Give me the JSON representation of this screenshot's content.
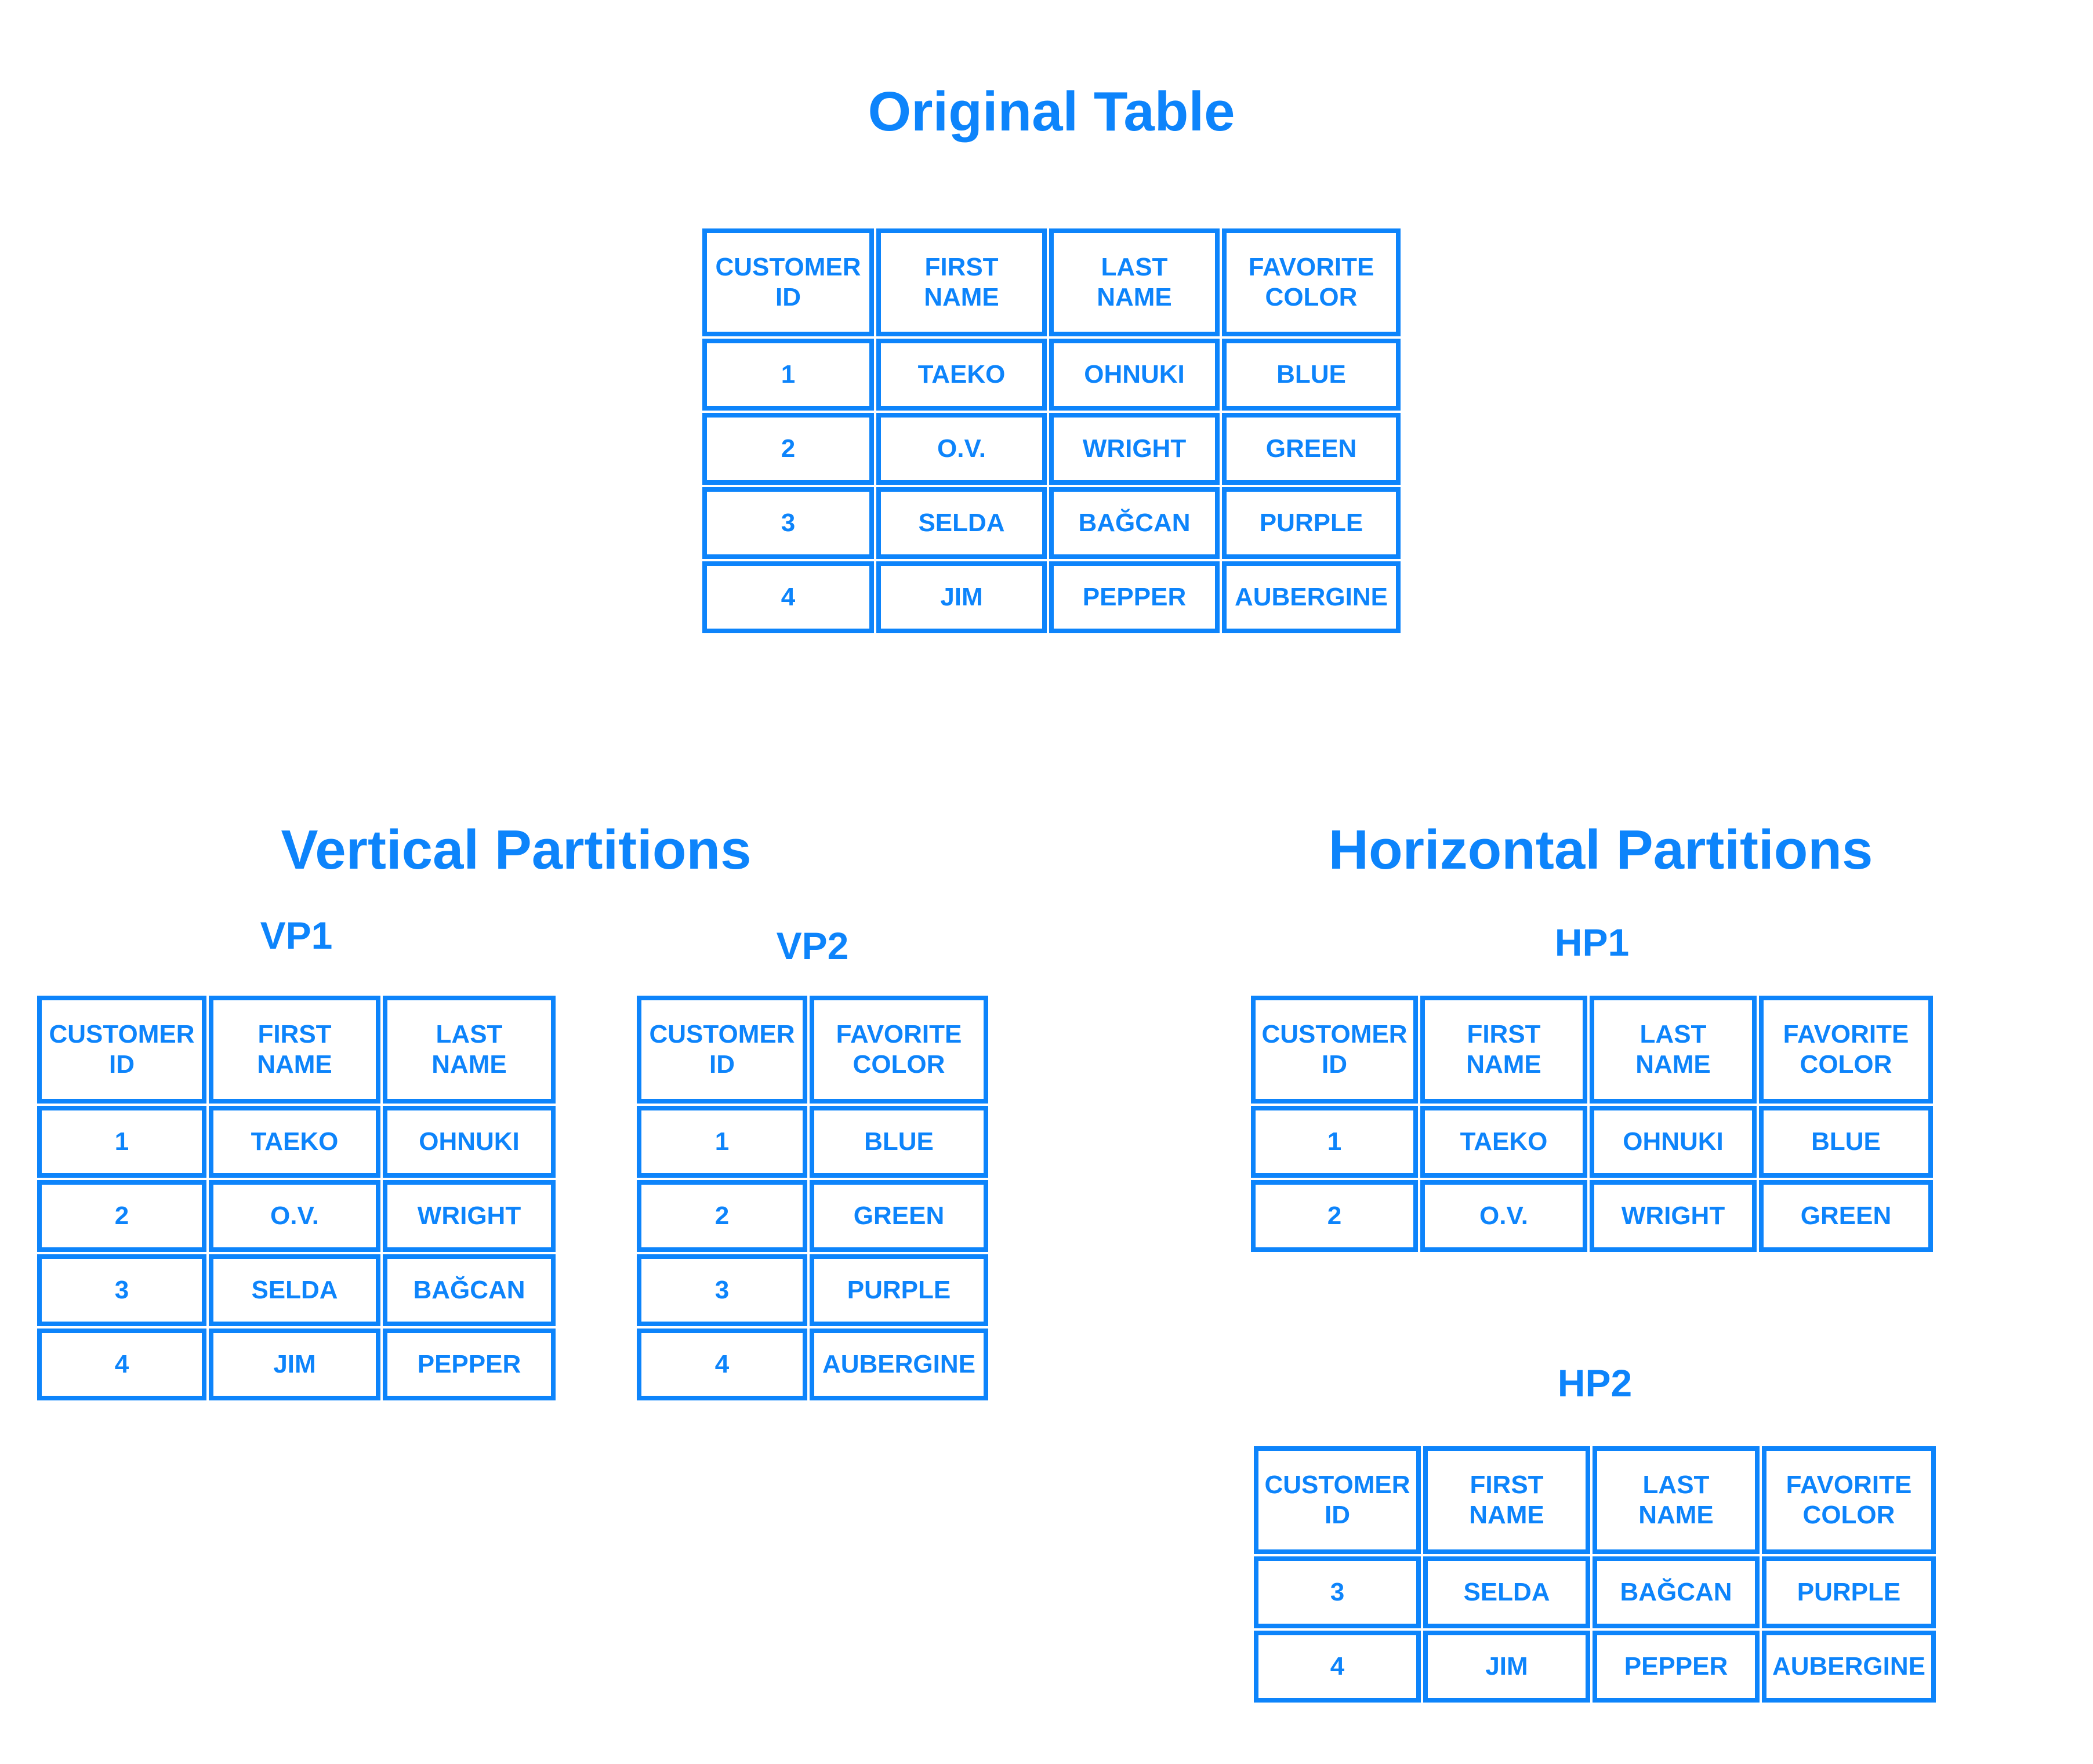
{
  "colors": {
    "accent": "#0d84fb",
    "background": "#ffffff"
  },
  "original": {
    "title": "Original Table",
    "headers": [
      {
        "lines": [
          "CUSTOMER",
          "ID"
        ]
      },
      {
        "lines": [
          "FIRST",
          "NAME"
        ]
      },
      {
        "lines": [
          "LAST",
          "NAME"
        ]
      },
      {
        "lines": [
          "FAVORITE",
          "COLOR"
        ]
      }
    ],
    "rows": [
      [
        "1",
        "TAEKO",
        "OHNUKI",
        "BLUE"
      ],
      [
        "2",
        "O.V.",
        "WRIGHT",
        "GREEN"
      ],
      [
        "3",
        "SELDA",
        "BAĞCAN",
        "PURPLE"
      ],
      [
        "4",
        "JIM",
        "PEPPER",
        "AUBERGINE"
      ]
    ]
  },
  "vertical": {
    "title": "Vertical Partitions",
    "vp1": {
      "label": "VP1",
      "headers": [
        {
          "lines": [
            "CUSTOMER",
            "ID"
          ]
        },
        {
          "lines": [
            "FIRST",
            "NAME"
          ]
        },
        {
          "lines": [
            "LAST",
            "NAME"
          ]
        }
      ],
      "rows": [
        [
          "1",
          "TAEKO",
          "OHNUKI"
        ],
        [
          "2",
          "O.V.",
          "WRIGHT"
        ],
        [
          "3",
          "SELDA",
          "BAĞCAN"
        ],
        [
          "4",
          "JIM",
          "PEPPER"
        ]
      ]
    },
    "vp2": {
      "label": "VP2",
      "headers": [
        {
          "lines": [
            "CUSTOMER",
            "ID"
          ]
        },
        {
          "lines": [
            "FAVORITE",
            "COLOR"
          ]
        }
      ],
      "rows": [
        [
          "1",
          "BLUE"
        ],
        [
          "2",
          "GREEN"
        ],
        [
          "3",
          "PURPLE"
        ],
        [
          "4",
          "AUBERGINE"
        ]
      ]
    }
  },
  "horizontal": {
    "title": "Horizontal Partitions",
    "hp1": {
      "label": "HP1",
      "headers": [
        {
          "lines": [
            "CUSTOMER",
            "ID"
          ]
        },
        {
          "lines": [
            "FIRST",
            "NAME"
          ]
        },
        {
          "lines": [
            "LAST",
            "NAME"
          ]
        },
        {
          "lines": [
            "FAVORITE",
            "COLOR"
          ]
        }
      ],
      "rows": [
        [
          "1",
          "TAEKO",
          "OHNUKI",
          "BLUE"
        ],
        [
          "2",
          "O.V.",
          "WRIGHT",
          "GREEN"
        ]
      ]
    },
    "hp2": {
      "label": "HP2",
      "headers": [
        {
          "lines": [
            "CUSTOMER",
            "ID"
          ]
        },
        {
          "lines": [
            "FIRST",
            "NAME"
          ]
        },
        {
          "lines": [
            "LAST",
            "NAME"
          ]
        },
        {
          "lines": [
            "FAVORITE",
            "COLOR"
          ]
        }
      ],
      "rows": [
        [
          "3",
          "SELDA",
          "BAĞCAN",
          "PURPLE"
        ],
        [
          "4",
          "JIM",
          "PEPPER",
          "AUBERGINE"
        ]
      ]
    }
  }
}
